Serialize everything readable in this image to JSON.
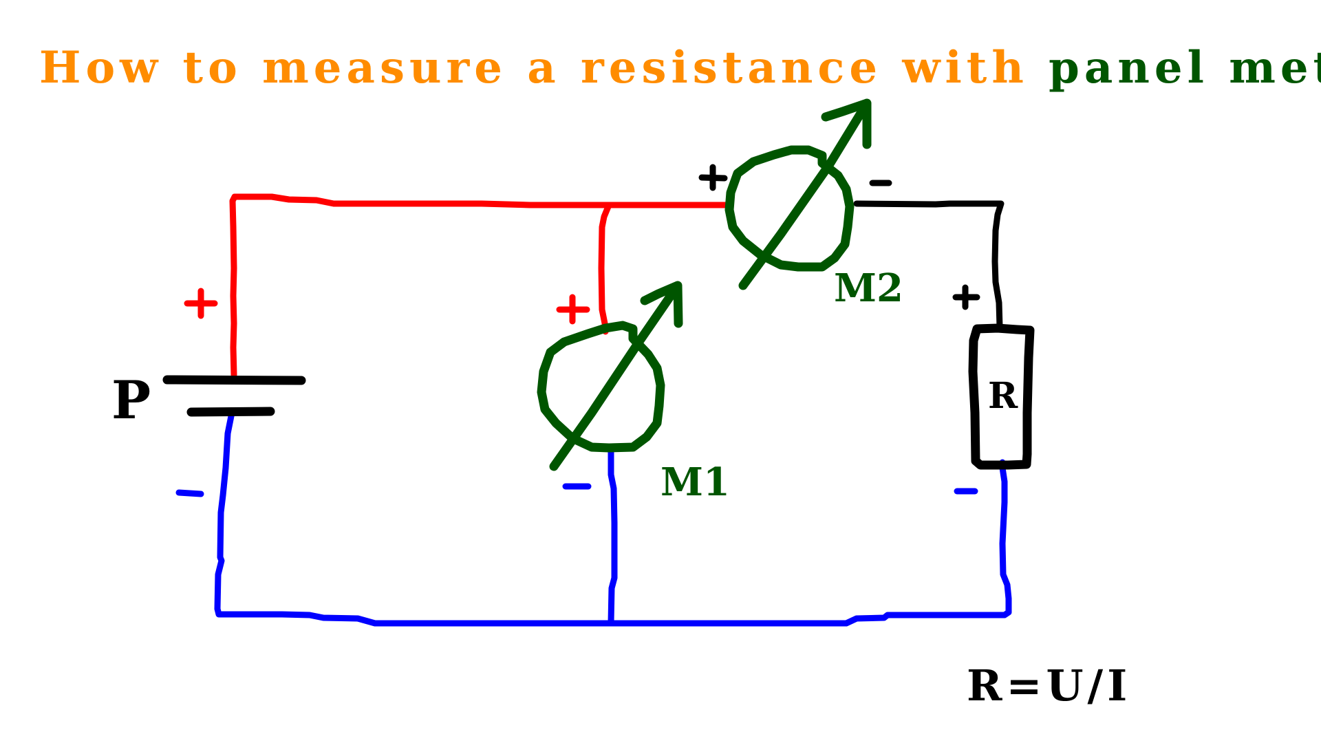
{
  "title": {
    "part1": "How to measure a resistance with ",
    "part2": "panel meters:"
  },
  "colors": {
    "title_orange": "#ff8c00",
    "title_green": "#005500",
    "meter_green": "#005500",
    "positive_wire": "#ff0000",
    "negative_wire": "#0000ff",
    "component_black": "#000000"
  },
  "components": {
    "power_source": {
      "label": "P",
      "positive_sign": "+",
      "negative_sign": "-"
    },
    "meter1": {
      "label": "M1",
      "positive_sign": "+",
      "negative_sign": "-",
      "role": "voltmeter"
    },
    "meter2": {
      "label": "M2",
      "positive_sign": "+",
      "negative_sign": "-",
      "role": "ammeter"
    },
    "resistor": {
      "label": "R",
      "positive_sign": "+",
      "negative_sign": "-"
    }
  },
  "formula": "R=U/I"
}
